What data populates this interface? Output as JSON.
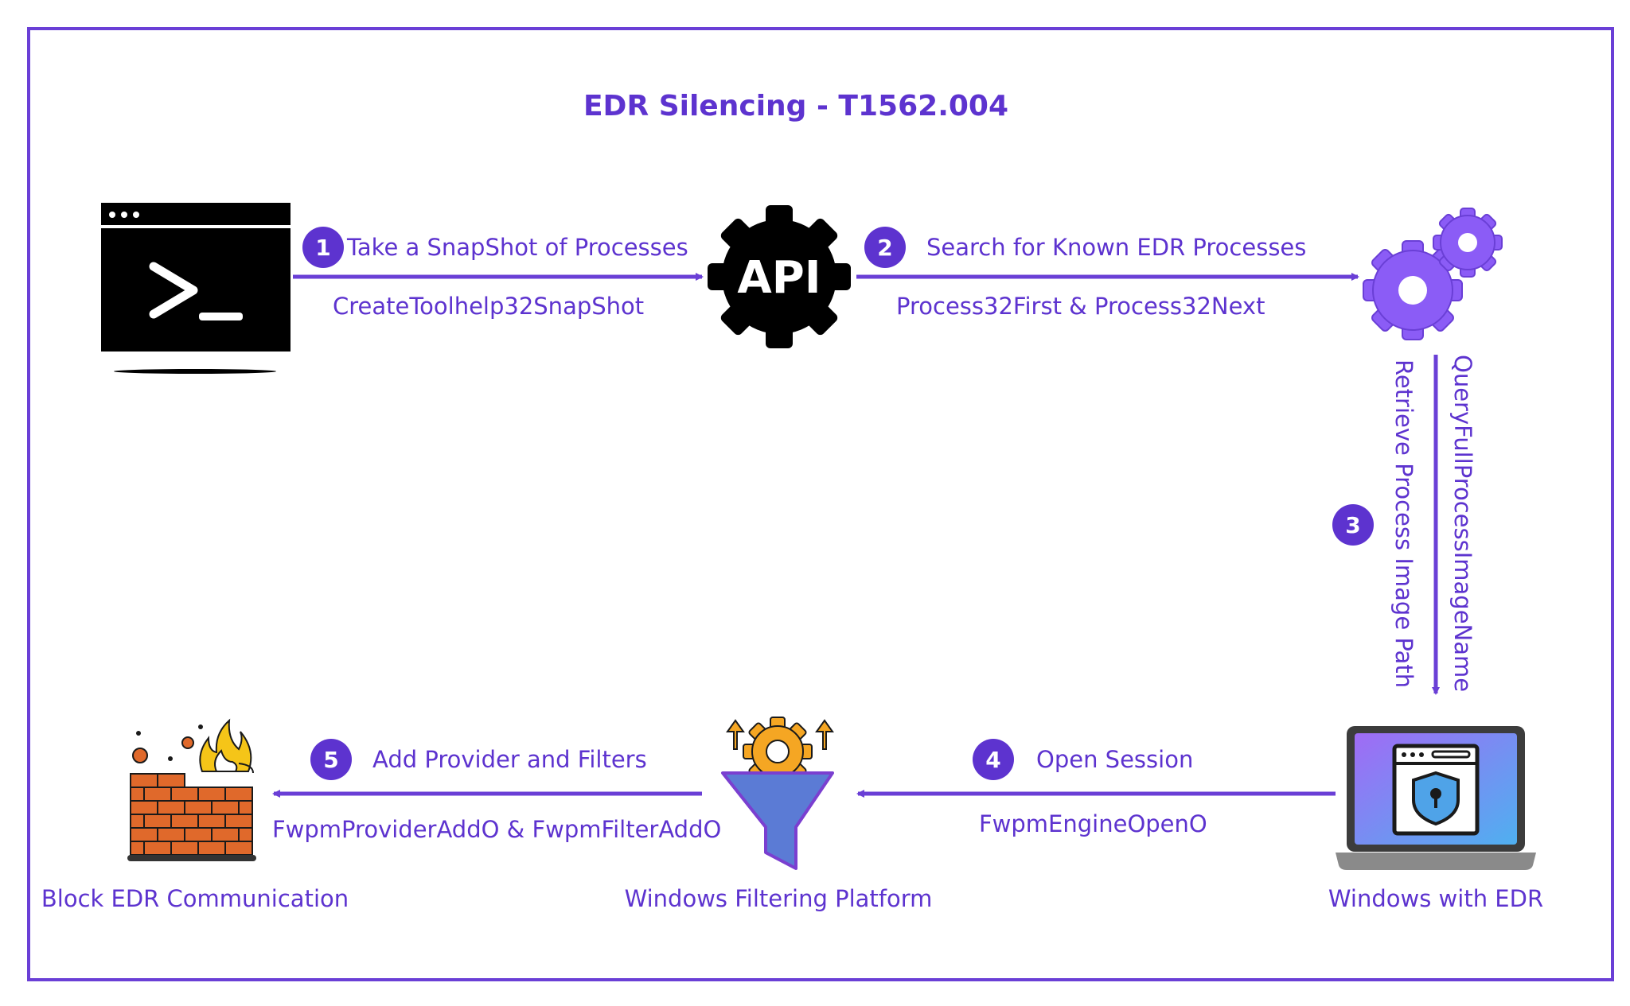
{
  "title": "EDR Silencing - T1562.004",
  "colors": {
    "accent": "#6a3fd6",
    "text": "#5d33cf"
  },
  "nodes": {
    "terminal": {
      "icon": "terminal-icon"
    },
    "api": {
      "icon": "api-gear-icon",
      "label": "API"
    },
    "gears": {
      "icon": "gears-icon"
    },
    "windows_edr": {
      "icon": "laptop-shield-icon",
      "caption": "Windows with EDR"
    },
    "wfp": {
      "icon": "funnel-gear-icon",
      "caption": "Windows Filtering Platform"
    },
    "firewall": {
      "icon": "firewall-icon",
      "caption": "Block EDR Communication"
    }
  },
  "steps": [
    {
      "number": "1",
      "label": "Take a SnapShot of Processes",
      "api": "CreateToolhelp32SnapShot"
    },
    {
      "number": "2",
      "label": "Search for Known EDR Processes",
      "api": "Process32First & Process32Next"
    },
    {
      "number": "3",
      "label": "Retrieve Process Image Path",
      "api": "QueryFullProcessImageName"
    },
    {
      "number": "4",
      "label": "Open Session",
      "api": "FwpmEngineOpenO"
    },
    {
      "number": "5",
      "label": "Add Provider and Filters",
      "api": "FwpmProviderAddO & FwpmFilterAddO"
    }
  ]
}
